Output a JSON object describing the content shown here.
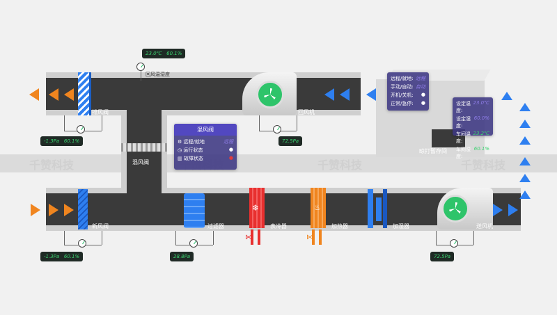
{
  "top_sensor": {
    "temp": "23.0℃",
    "humidity": "60.1%",
    "label": "回风温湿度"
  },
  "exhaust_damper": {
    "label": "排风阀",
    "pressure": "-1.3Pa",
    "humidity": "60.1%"
  },
  "return_fan": {
    "label": "回风机",
    "pressure": "72.5Pa"
  },
  "mixing_damper": {
    "label": "混风阀"
  },
  "mix_panel": {
    "title": "混风阀",
    "rows": [
      {
        "label": "远程/就地",
        "value": "远程"
      },
      {
        "label": "运行状态",
        "value": ""
      },
      {
        "label": "故障状态",
        "value": ""
      }
    ]
  },
  "workshop": {
    "label": "晾打暂存间",
    "status_panel": [
      {
        "label": "远程/就地:",
        "value": "远程"
      },
      {
        "label": "手动/自动:",
        "value": "自动"
      },
      {
        "label": "开机/关机:",
        "value": ""
      },
      {
        "label": "正常/急停:",
        "value": ""
      }
    ],
    "env_panel": [
      {
        "label": "设定温度:",
        "value": "23.0℃"
      },
      {
        "label": "设定湿度:",
        "value": "60.0%"
      },
      {
        "label": "车间温度:",
        "value": "23.2℃"
      },
      {
        "label": "车间湿度:",
        "value": "60.1%"
      }
    ]
  },
  "fresh_damper": {
    "label": "新风阀",
    "pressure": "-1.3Pa",
    "humidity": "60.1%"
  },
  "filter": {
    "label": "过滤器",
    "pressure": "28.8Pa"
  },
  "cooler": {
    "label": "表冷器"
  },
  "heater": {
    "label": "加热器"
  },
  "humidifier": {
    "label": "加湿器"
  },
  "supply_fan": {
    "label": "送风机",
    "pressure": "72.5Pa"
  },
  "watermark": {
    "text": "千赞科技"
  },
  "colors": {
    "accent_blue": "#2e7ff0",
    "accent_orange": "#f0851f",
    "panel": "#3c3782",
    "ok_green": "#3bd16f"
  }
}
